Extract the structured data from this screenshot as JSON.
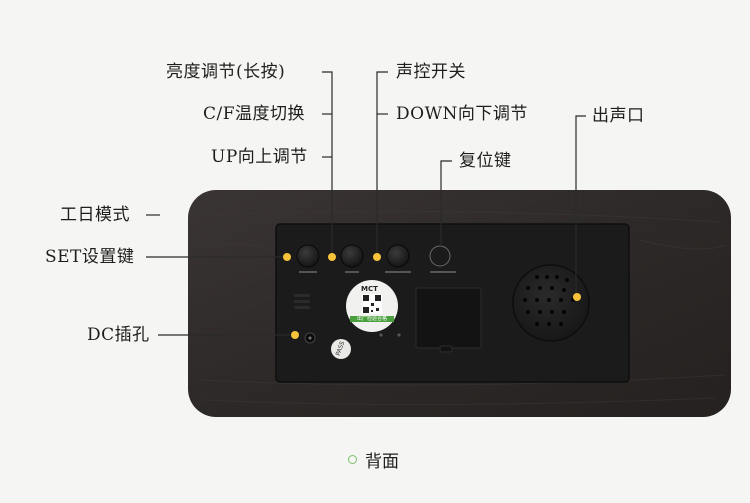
{
  "labels": {
    "brightness": "亮度调节(长按)",
    "cf_toggle": "C/F温度切换",
    "up": "UP向上调节",
    "workday": "工日模式",
    "set": "SET设置键",
    "dc": "DC插孔",
    "voice": "声控开关",
    "down": "DOWN向下调节",
    "reset": "复位键",
    "speaker": "出声口"
  },
  "caption": "背面",
  "qr_sticker": {
    "brand": "MCT",
    "green_band": "出厂检验合格"
  },
  "pass_sticker": "PASS",
  "colors": {
    "background": "#f5f5f3",
    "wood": "#2e2a29",
    "panel": "#1b1b1c",
    "marker": "#f6c33a",
    "caption_ring": "#7cc06d"
  }
}
